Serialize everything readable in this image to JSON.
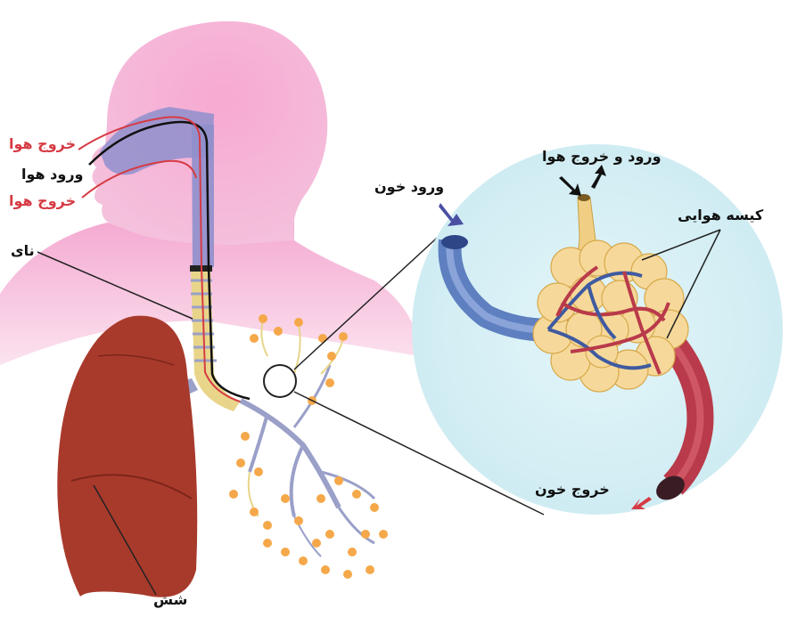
{
  "labels": {
    "air_out_top": "خروج هوا",
    "air_in": "ورود هوا",
    "air_out_bottom": "خروج هوا",
    "trachea": "نای",
    "lung": "شش",
    "blood_in": "ورود خون",
    "air_in_out": "ورود و خروج هوا",
    "air_sac": "کیسه هوایی",
    "blood_out": "خروج خون"
  },
  "colors": {
    "skin": "#f3a6cf",
    "lung": "#a83a2c",
    "vein": "#5e7fc0",
    "artery": "#b93a4a",
    "alveolus": "#f6d99a",
    "inset_bg": "#d9f1f6",
    "label_red": "#d63b44"
  }
}
